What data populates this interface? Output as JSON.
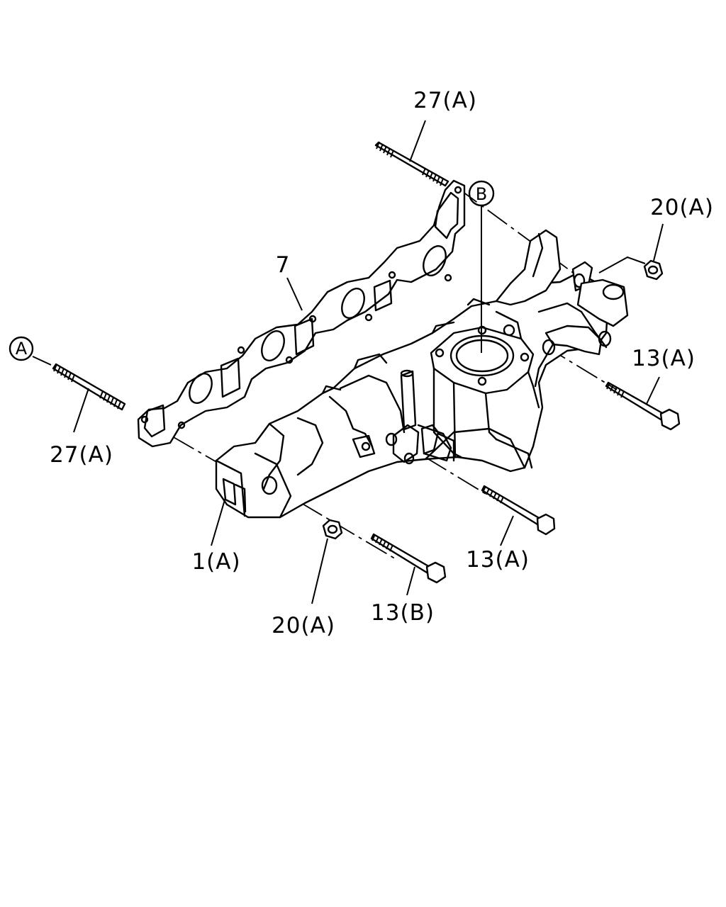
{
  "diagram": {
    "labels": {
      "stud_top": "27(A)",
      "stud_left": "27(A)",
      "nut_top": "20(A)",
      "nut_bottom": "20(A)",
      "bolt_right_upper": "13(A)",
      "bolt_right_lower": "13(A)",
      "bolt_bottom": "13(B)",
      "gasket": "7",
      "manifold": "1(A)"
    },
    "callouts": {
      "ref_a": "A",
      "ref_b": "B"
    }
  }
}
